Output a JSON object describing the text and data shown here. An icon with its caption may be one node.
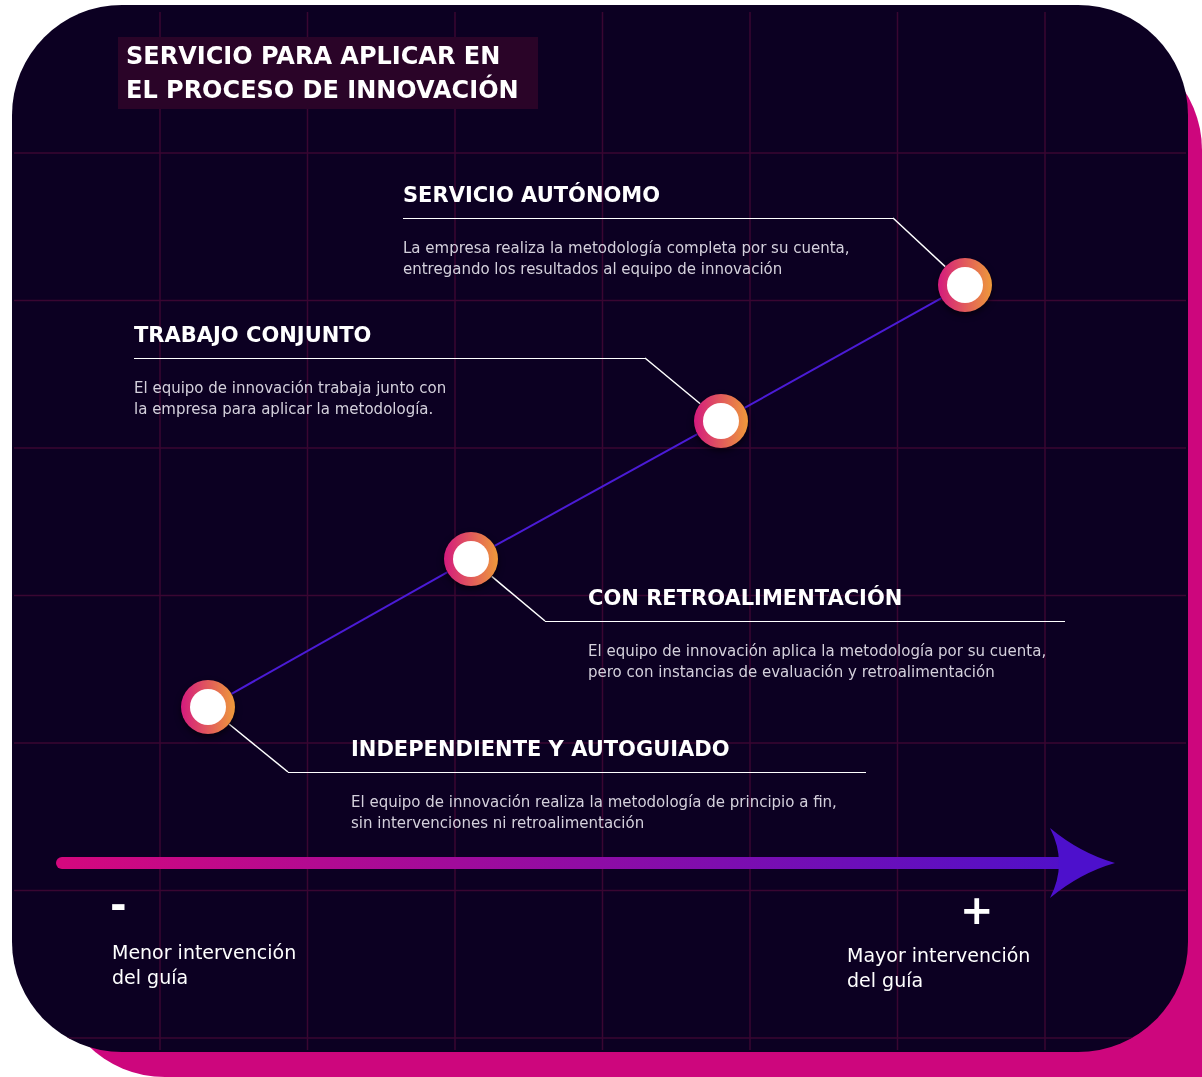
{
  "diagram": {
    "title": "SERVICIO PARA APLICAR EN EL PROCESO DE INNOVACIÓN",
    "nodes": [
      {
        "text": [
          "SERVICIO AUTÓNOMO",
          "La empresa realiza la metodología completa por su cuenta, entregando los resultados al equipo de innovación"
        ]
      },
      {
        "text": [],
        "shape": "circle"
      },
      {
        "text": [
          "TRABAJO CONJUNTO",
          "El equipo de innovación trabaja junto con la empresa para aplicar la metodología."
        ]
      },
      {
        "text": [],
        "shape": "circle"
      },
      {
        "text": [],
        "shape": "circle"
      },
      {
        "text": [
          "CON RETROALIMENTACIÓN",
          "El equipo de innovación aplica la metodología por su cuenta, pero con instancias de evaluación y retroalimentación"
        ]
      },
      {
        "text": [],
        "shape": "circle"
      },
      {
        "text": [
          "INDEPENDIENTE Y AUTOGUIADO",
          "El equipo de innovación realiza la metodología de principio a fin, sin intervenciones ni retroalimentación"
        ]
      }
    ],
    "edges": [
      {
        "from": 6,
        "to": 4,
        "arrow": "none",
        "color": "#4b1bd6"
      },
      {
        "from": 4,
        "to": 3,
        "arrow": "none",
        "color": "#4b1bd6"
      },
      {
        "from": 3,
        "to": 1,
        "arrow": "none",
        "color": "#4b1bd6"
      },
      {
        "from": 0,
        "to": 1,
        "arrow": "none"
      },
      {
        "from": 2,
        "to": 3,
        "arrow": "none"
      },
      {
        "from": 5,
        "to": 4,
        "arrow": "none"
      },
      {
        "from": 7,
        "to": 6,
        "arrow": "none"
      }
    ],
    "labels": [
      "-",
      "Menor intervención del guía",
      "+",
      "Mayor intervención del guía"
    ]
  }
}
